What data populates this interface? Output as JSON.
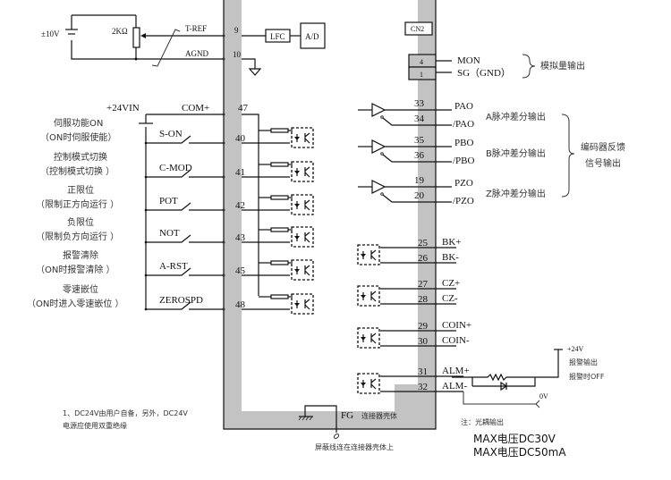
{
  "colors": {
    "connector_bar": "#c3c3c3",
    "line": "#111111",
    "text": "#111111",
    "note_text": "#333333"
  },
  "analog_input": {
    "source_label": "±10V",
    "pot_label": "2KΩ",
    "signal_label": "T-REF",
    "signal_pin": "9",
    "ground_label": "AGND",
    "ground_pin": "10",
    "filter_label": "LFC",
    "adc_label": "A/D"
  },
  "inputs": {
    "supply_label": "+24VIN",
    "common_label": "COM+",
    "common_pin": "47",
    "rows": [
      {
        "desc1": "伺服功能ON",
        "desc2": "（ON时伺服使能）",
        "signal": "S-ON",
        "pin": "40"
      },
      {
        "desc1": "控制模式切换",
        "desc2": "（控制模式切换 ）",
        "signal": "C-MOD",
        "pin": "41"
      },
      {
        "desc1": "正限位",
        "desc2": "（限制正方向运行 ）",
        "signal": "POT",
        "pin": "42"
      },
      {
        "desc1": "负限位",
        "desc2": "（限制负方向运行 ）",
        "signal": "NOT",
        "pin": "43"
      },
      {
        "desc1": "报警清除",
        "desc2": "（ON时报警清除 ）",
        "signal": "A-RST",
        "pin": "45"
      },
      {
        "desc1": "零速嵌位",
        "desc2": "（ON时进入零速嵌位 ）",
        "signal": "ZEROSPD",
        "pin": "48"
      }
    ]
  },
  "connector": {
    "label": "CN2"
  },
  "analog_output": {
    "pins": [
      {
        "pin": "4",
        "signal": "MON"
      },
      {
        "pin": "1",
        "signal": "SG（GND）"
      }
    ],
    "group_label": "模拟量输出"
  },
  "encoder_outputs": {
    "pairs": [
      {
        "pin_p": "33",
        "sig_p": "PAO",
        "pin_n": "34",
        "sig_n": "/PAO",
        "desc": "A脉冲差分输出"
      },
      {
        "pin_p": "35",
        "sig_p": "PBO",
        "pin_n": "36",
        "sig_n": "/PBO",
        "desc": "B脉冲差分输出"
      },
      {
        "pin_p": "19",
        "sig_p": "PZO",
        "pin_n": "20",
        "sig_n": "/PZO",
        "desc": "Z脉冲差分输出"
      }
    ],
    "group_label_1": "编码器反馈",
    "group_label_2": "信号输出"
  },
  "opto_outputs": [
    {
      "pin_p": "25",
      "sig_p": "BK+",
      "pin_n": "26",
      "sig_n": "BK-"
    },
    {
      "pin_p": "27",
      "sig_p": "CZ+",
      "pin_n": "28",
      "sig_n": "CZ-"
    },
    {
      "pin_p": "29",
      "sig_p": "COIN+",
      "pin_n": "30",
      "sig_n": "COIN-"
    },
    {
      "pin_p": "31",
      "sig_p": "ALM+",
      "pin_n": "32",
      "sig_n": "ALM-"
    }
  ],
  "alarm": {
    "supply_label": "+24V",
    "desc1": "报警输出",
    "desc2": "报警时OFF",
    "zero_label": "0V"
  },
  "frame_ground": {
    "label": "FG",
    "desc": "连接器壳体",
    "shield_note": "屏蔽线连在连接器壳体上"
  },
  "notes": {
    "note1_line1": "1、DC24V由用户自备，另外，DC24V",
    "note1_line2": "电源应使用双重绝缘",
    "opto_note": "注：光耦输出",
    "max_voltage": "MAX电压DC30V",
    "max_current": "MAX电压DC50mA"
  }
}
